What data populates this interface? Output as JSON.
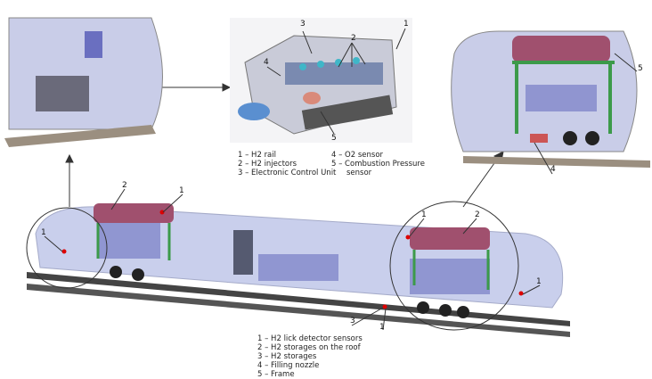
{
  "engine_legend": {
    "left": [
      "1 – H2 rail",
      "2 – H2 injectors",
      "3 – Electronic Control Unit"
    ],
    "right": [
      "4 – O2 sensor",
      "5 – Combustion Pressure",
      "sensor"
    ]
  },
  "train_legend": [
    "1 – H2 lick detector sensors",
    "2 – H2 storages on the roof",
    "3 – H2 storages",
    "4 – Filling nozzle",
    "5 – Frame"
  ],
  "callouts": {
    "engine": [
      "3",
      "2",
      "1",
      "4",
      "5"
    ],
    "right_inset": [
      "5",
      "4"
    ],
    "train": [
      "2",
      "1",
      "1",
      "1",
      "2",
      "1",
      "3",
      "1"
    ]
  },
  "colors": {
    "body": "#9aa6d8",
    "tanks": "#a0506e",
    "frame": "#3c9a4a",
    "seats": "#6a6fc0"
  }
}
